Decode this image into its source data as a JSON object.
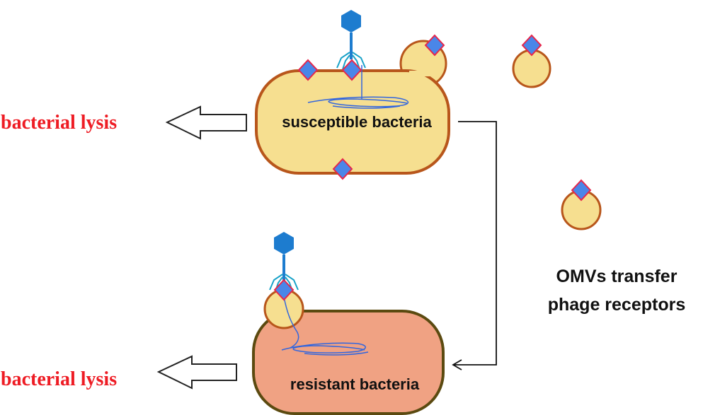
{
  "colors": {
    "lysis_text": "#ee1c24",
    "cell_fill": "#f6df90",
    "cell_stroke": "#b8561b",
    "resistant_fill": "#f0a283",
    "resistant_stroke": "#5b4a10",
    "receptor_fill": "#4a86e8",
    "receptor_stroke": "#e8264a",
    "phage_blue": "#1d7ccf",
    "dna_blue": "#3366dd"
  },
  "icons": [
    "phage-icon",
    "receptor-icon",
    "omv-icon",
    "hollow-arrow-icon"
  ],
  "top": {
    "lysis_label": "bacterial lysis",
    "cell_label": "susceptible bacteria"
  },
  "bottom": {
    "lysis_label": "bacterial lysis",
    "cell_label": "resistant bacteria"
  },
  "omv_caption": {
    "line1": "OMVs transfer",
    "line2": "phage receptors"
  }
}
